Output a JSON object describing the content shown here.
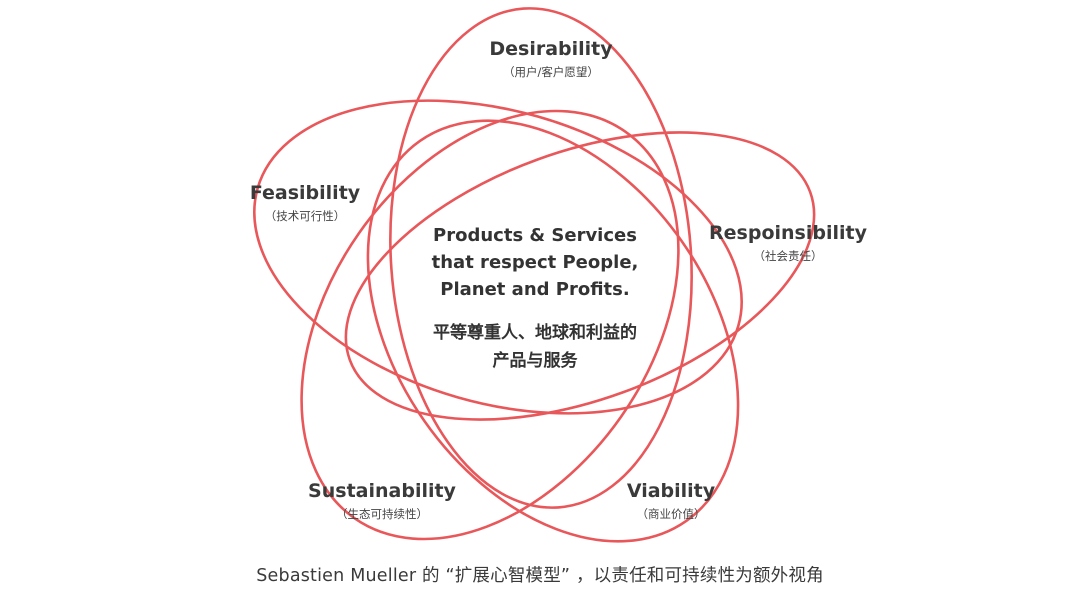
{
  "diagram": {
    "stroke_color": "#e8575a",
    "petals": [
      {
        "name": "Desirability",
        "sub": "（用户/客户愿望）"
      },
      {
        "name": "Feasibility",
        "sub": "（技术可行性）"
      },
      {
        "name": "Respoinsibility",
        "sub": "（社会责任）"
      },
      {
        "name": "Sustainability",
        "sub": "（生态可持续性）"
      },
      {
        "name": "Viability",
        "sub": "（商业价值）"
      }
    ],
    "center": {
      "en_lines": [
        "Products & Services",
        "that respect People,",
        "Planet and Profits."
      ],
      "zh_lines": [
        "平等尊重人、地球和利益的",
        "产品与服务"
      ]
    }
  },
  "caption": "Sebastien Mueller 的 “扩展心智模型” ，以责任和可持续性为额外视角"
}
